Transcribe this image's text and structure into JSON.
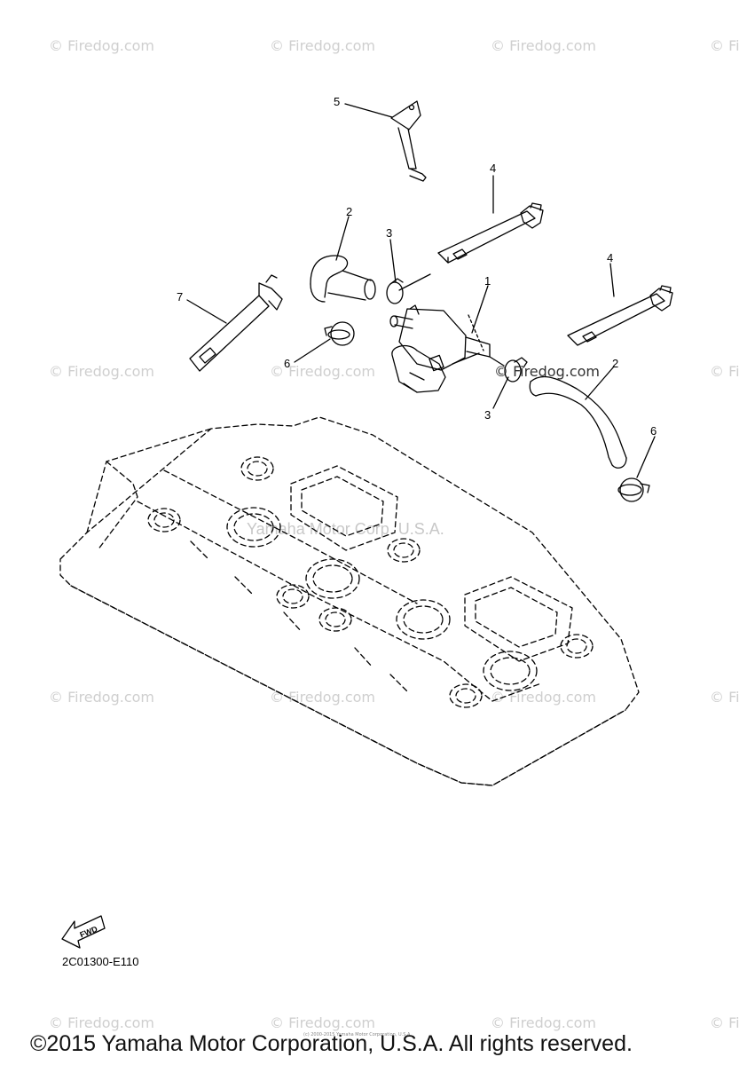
{
  "watermarks": {
    "text": "© Firedog.com",
    "edge_text": "© Fi",
    "center_text": "Yamaha Motor Corp. U.S.A.",
    "inline_text": "© Firedog.com"
  },
  "callouts": [
    "5",
    "4",
    "2",
    "3",
    "1",
    "4",
    "7",
    "6",
    "2",
    "3",
    "6"
  ],
  "fwd_label": "FWD",
  "diagram_code": "2C01300-E110",
  "tiny_credit": "(c) 2000-2015 Yamaha Motor Corporation, U.S.A.",
  "copyright": "©2015 Yamaha Motor Corporation, U.S.A. All rights reserved."
}
